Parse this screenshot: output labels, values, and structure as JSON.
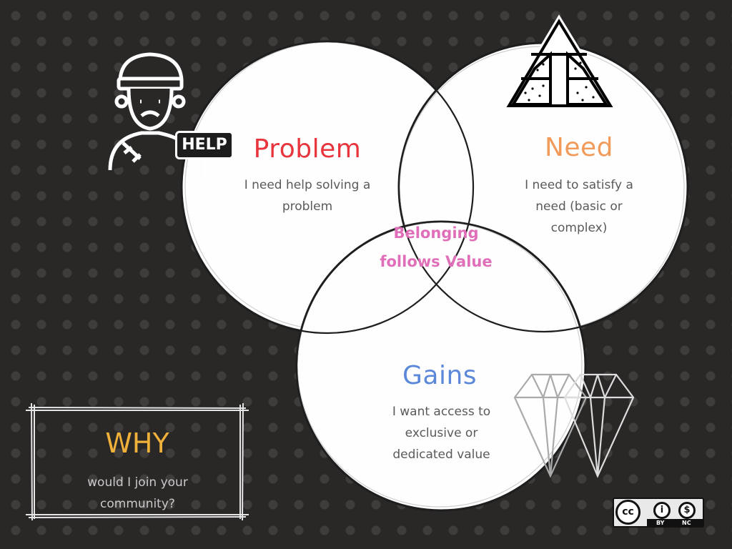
{
  "title": "",
  "circles": [
    {
      "id": "problem",
      "heading": "Problem",
      "text": "I need help solving a problem",
      "color": "#e8343c"
    },
    {
      "id": "need",
      "heading": "Need",
      "text": "I need to satisfy a need (basic or complex)",
      "color": "#f19a5a"
    },
    {
      "id": "gains",
      "heading": "Gains",
      "text": "I want access to exclusive or dedicated value",
      "color": "#5b88d8"
    }
  ],
  "center": {
    "text": "Belonging follows Value",
    "color": "#e06fb9"
  },
  "why": {
    "heading": "WHY",
    "text": "would I join your community?",
    "color": "#f0b13b"
  },
  "icons": {
    "person": "person-with-help-sign-icon",
    "help_sign": "HELP",
    "pyramid": "pyramid-icon",
    "diamond": "diamond-icon"
  },
  "license": {
    "cc": "cc",
    "by": "BY",
    "nc": "NC"
  }
}
